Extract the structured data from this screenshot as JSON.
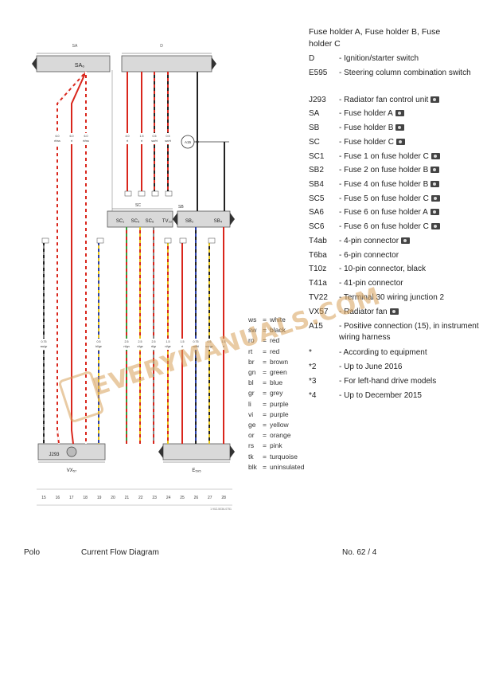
{
  "legend": {
    "title": "Fuse holder A, Fuse holder B, Fuse holder C",
    "items": [
      {
        "code": "D",
        "desc": "Ignition/starter switch",
        "cam": false
      },
      {
        "code": "E595",
        "desc": "Steering column combination switch",
        "cam": false
      },
      {
        "code": "J293",
        "desc": "Radiator fan control unit",
        "cam": true
      },
      {
        "code": "SA",
        "desc": "Fuse holder A",
        "cam": true
      },
      {
        "code": "SB",
        "desc": "Fuse holder B",
        "cam": true
      },
      {
        "code": "SC",
        "desc": "Fuse holder C",
        "cam": true
      },
      {
        "code": "SC1",
        "desc": "Fuse 1 on fuse holder C",
        "cam": true
      },
      {
        "code": "SB2",
        "desc": "Fuse 2 on fuse holder B",
        "cam": true
      },
      {
        "code": "SB4",
        "desc": "Fuse 4 on fuse holder B",
        "cam": true
      },
      {
        "code": "SC5",
        "desc": "Fuse 5 on fuse holder C",
        "cam": true
      },
      {
        "code": "SA6",
        "desc": "Fuse 6 on fuse holder A",
        "cam": true
      },
      {
        "code": "SC6",
        "desc": "Fuse 6 on fuse holder C",
        "cam": true
      },
      {
        "code": "T4ab",
        "desc": "4-pin connector",
        "cam": true
      },
      {
        "code": "T6ba",
        "desc": "6-pin connector",
        "cam": false
      },
      {
        "code": "T10z",
        "desc": "10-pin connector, black",
        "cam": false
      },
      {
        "code": "T41a",
        "desc": "41-pin connector",
        "cam": false
      },
      {
        "code": "TV22",
        "desc": "Terminal 30 wiring junction 2",
        "cam": false
      },
      {
        "code": "VX57",
        "desc": "Radiator fan",
        "cam": true
      },
      {
        "code": "A15",
        "desc": "Positive connection (15), in instrument wiring harness",
        "cam": false
      },
      {
        "code": "*",
        "desc": "According to equipment",
        "cam": false
      },
      {
        "code": "*2",
        "desc": "Up to June 2016",
        "cam": false
      },
      {
        "code": "*3",
        "desc": "For left-hand drive models",
        "cam": false
      },
      {
        "code": "*4",
        "desc": "Up to December 2015",
        "cam": false
      }
    ]
  },
  "color_codes": [
    {
      "ab": "ws",
      "name": "white"
    },
    {
      "ab": "sw",
      "name": "black"
    },
    {
      "ab": "ro",
      "name": "red"
    },
    {
      "ab": "rt",
      "name": "red"
    },
    {
      "ab": "br",
      "name": "brown"
    },
    {
      "ab": "gn",
      "name": "green"
    },
    {
      "ab": "bl",
      "name": "blue"
    },
    {
      "ab": "gr",
      "name": "grey"
    },
    {
      "ab": "li",
      "name": "purple"
    },
    {
      "ab": "vi",
      "name": "purple"
    },
    {
      "ab": "ge",
      "name": "yellow"
    },
    {
      "ab": "or",
      "name": "orange"
    },
    {
      "ab": "rs",
      "name": "pink"
    },
    {
      "ab": "tk",
      "name": "turquoise"
    },
    {
      "ab": "blk",
      "name": "uninsulated"
    }
  ],
  "footer": {
    "model": "Polo",
    "doc": "Current Flow Diagram",
    "page": "No.  62 / 4"
  },
  "watermark": "EVERYMANUALS.COM",
  "diagram": {
    "top_labels": {
      "sa": "SA",
      "d": "D"
    },
    "components": {
      "sa_box": "SA₆",
      "j293": "J293",
      "vx57": "VX₅₇",
      "e595": "E₅₉₅",
      "a15": "A15",
      "sc": "SC",
      "sb": "SB",
      "tv22": "TV₂₂",
      "sc1": "SC₁",
      "sc5": "SC₅",
      "sc6": "SC₆",
      "sb2": "SB₂",
      "sb4": "SB₄"
    },
    "wire_specs": [
      {
        "size": "6.0",
        "color": "rt/ws"
      },
      {
        "size": "6.0",
        "color": "rt"
      },
      {
        "size": "6.0",
        "color": "rt/ws"
      },
      {
        "size": "4.0",
        "color": "rt"
      },
      {
        "size": "1.5",
        "color": "rt"
      },
      {
        "size": "0.5",
        "color": "sw/rt"
      },
      {
        "size": "0.5",
        "color": "sw/rt"
      },
      {
        "size": "0.75",
        "color": "sw/gr"
      },
      {
        "size": "0.5",
        "color": "bl/ge"
      },
      {
        "size": "2.5",
        "color": "rt/gn"
      },
      {
        "size": "2.5",
        "color": "rt/ge"
      },
      {
        "size": "2.5",
        "color": "rt/gr"
      },
      {
        "size": "1.5",
        "color": "rt/ge"
      },
      {
        "size": "1.5",
        "color": "rt"
      },
      {
        "size": "0.75",
        "color": "sw/bl"
      },
      {
        "size": "0.5",
        "color": "sw/ge"
      },
      {
        "size": "1.5",
        "color": "rt"
      }
    ],
    "track_numbers": [
      "15",
      "16",
      "17",
      "18",
      "19",
      "20",
      "21",
      "22",
      "23",
      "24",
      "25",
      "26",
      "27",
      "28"
    ],
    "ref_code": "1 90Z-5036-0751"
  },
  "colors": {
    "red": "#d9261c",
    "black": "#222222",
    "yellow": "#e8c61a",
    "green": "#3a9a3a",
    "blue": "#2a3fa8",
    "grey": "#888888",
    "component_fill": "#d9d9d9",
    "watermark": "#d7a05a"
  }
}
